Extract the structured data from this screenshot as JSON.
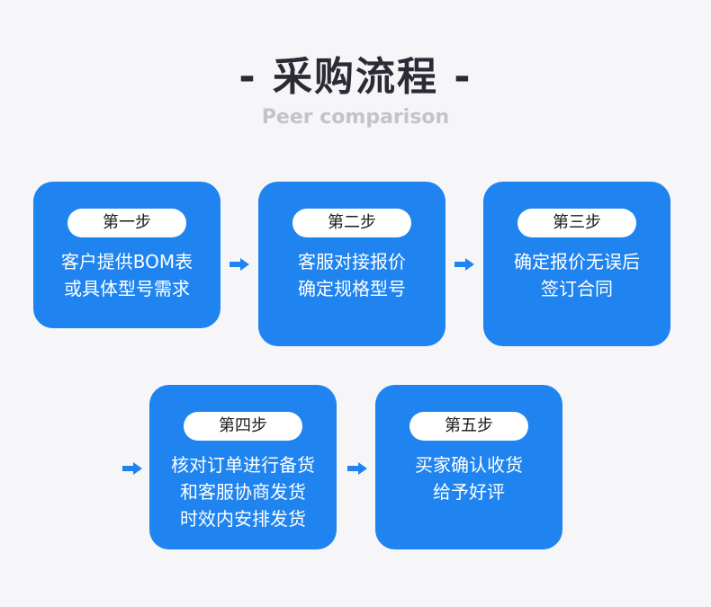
{
  "header": {
    "title": "- 采购流程 -",
    "subtitle": "Peer comparison"
  },
  "colors": {
    "card": "#1f84f0",
    "arrow": "#1f84f0",
    "background": "#f6f6f8"
  },
  "steps": [
    {
      "label": "第一步",
      "lines": [
        "客户提供BOM表",
        "或具体型号需求"
      ]
    },
    {
      "label": "第二步",
      "lines": [
        "客服对接报价",
        "确定规格型号"
      ]
    },
    {
      "label": "第三步",
      "lines": [
        "确定报价无误后",
        "签订合同"
      ]
    },
    {
      "label": "第四步",
      "lines": [
        "核对订单进行备货",
        "和客服协商发货",
        "时效内安排发货"
      ]
    },
    {
      "label": "第五步",
      "lines": [
        "买家确认收货",
        "给予好评"
      ]
    }
  ],
  "icons": {
    "arrow": "arrow-right-icon"
  }
}
